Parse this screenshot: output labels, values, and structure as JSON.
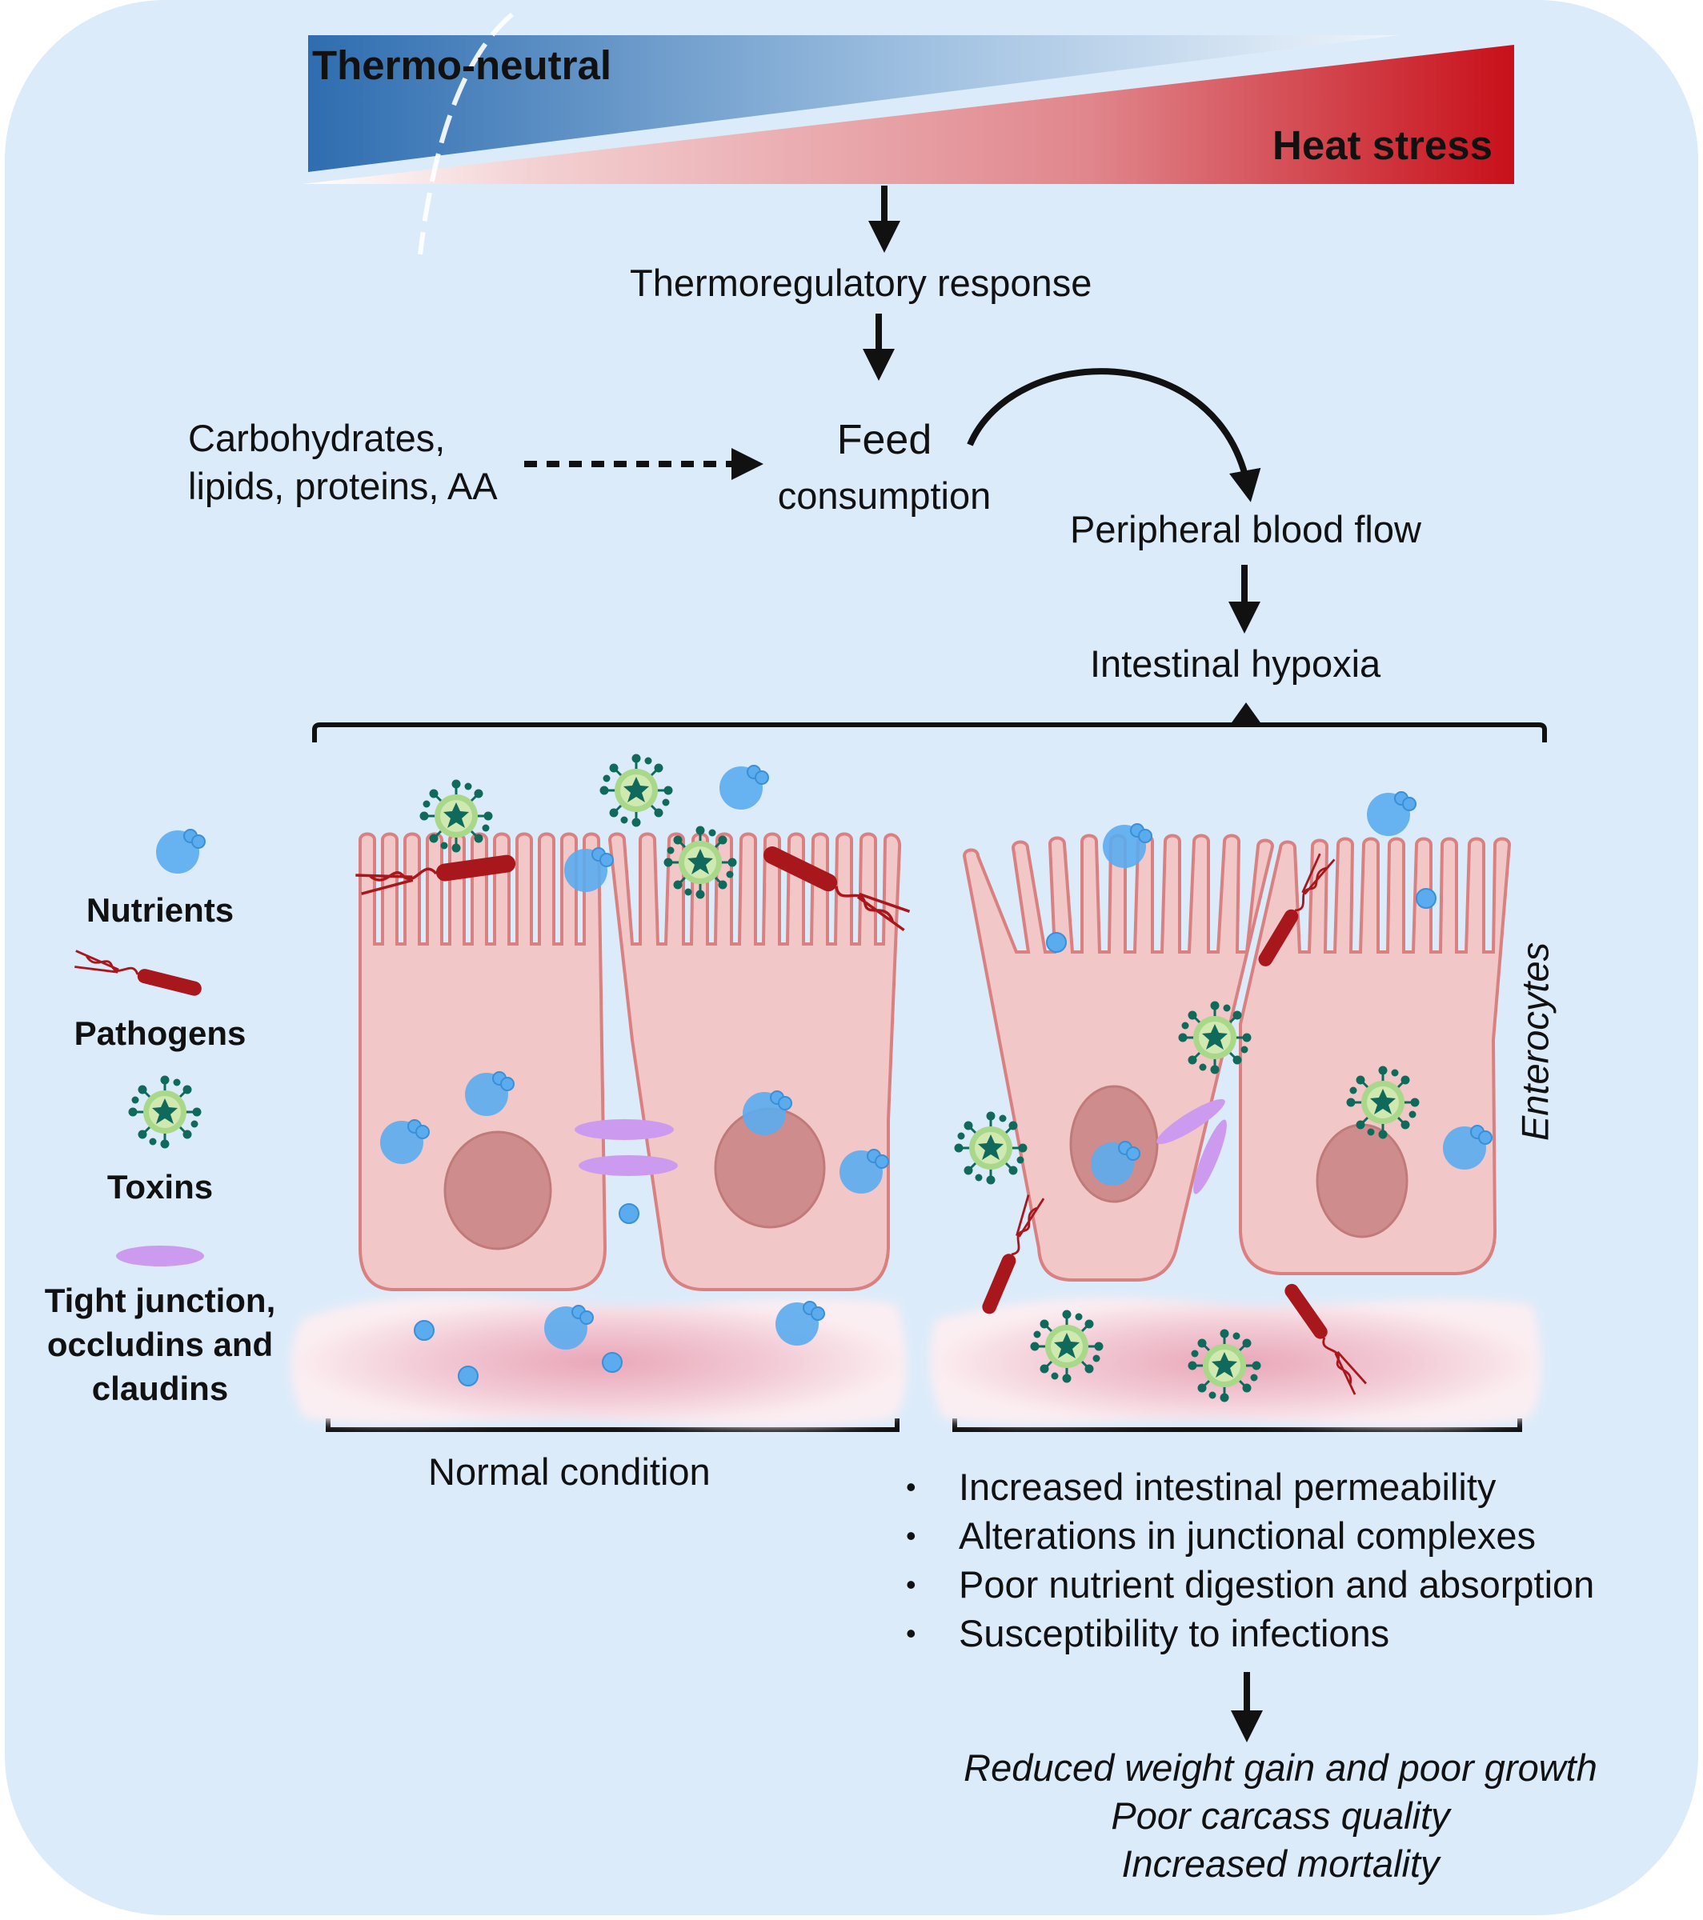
{
  "gradient": {
    "left_label": "Thermo-neutral",
    "right_label": "Heat stress",
    "cool_color": "#2e6db0",
    "hot_color": "#c8101a"
  },
  "flow": {
    "thermoregulatory": "Thermoregulatory response",
    "feed": "Feed",
    "consumption": "consumption",
    "nutrients_line1": "Carbohydrates,",
    "nutrients_line2": "lipids, proteins, AA",
    "peripheral": "Peripheral blood flow",
    "hypoxia": "Intestinal hypoxia"
  },
  "legend": {
    "nutrients": "Nutrients",
    "pathogens": "Pathogens",
    "toxins": "Toxins",
    "tight_junction_1": "Tight junction,",
    "tight_junction_2": "occludins and",
    "tight_junction_3": "claudins"
  },
  "enterocytes_label": "Enterocytes",
  "normal_label": "Normal condition",
  "effects": [
    "Increased intestinal permeability",
    "Alterations in junctional complexes",
    "Poor nutrient digestion and absorption",
    "Susceptibility to infections"
  ],
  "outcomes": [
    "Reduced weight gain and poor growth",
    "Poor carcass quality",
    "Increased mortality"
  ],
  "colors": {
    "background": "#dcebfa",
    "cell_fill": "#f2c7c7",
    "cell_stroke": "#d98080",
    "nucleus": "#cf8c8c",
    "nutrient": "#5aacee",
    "pathogen": "#a8171b",
    "toxin_core": "#0f6a5c",
    "toxin_halo": "#a9d88a",
    "junction": "#cc9bef"
  }
}
